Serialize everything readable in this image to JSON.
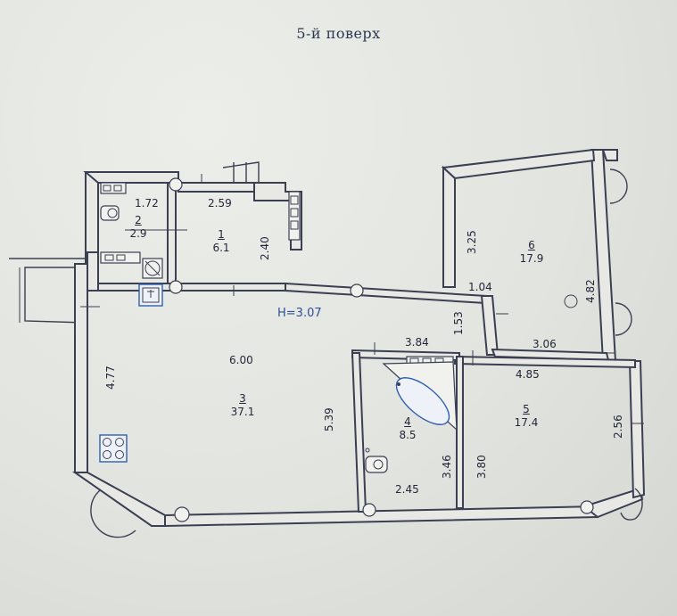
{
  "floor_title": "5-й поверх",
  "ceiling_height": "H=3.07",
  "rooms": [
    {
      "number": "1",
      "area": "6.1"
    },
    {
      "number": "2",
      "area": "2.9"
    },
    {
      "number": "3",
      "area": "37.1"
    },
    {
      "number": "4",
      "area": "8.5"
    },
    {
      "number": "5",
      "area": "17.4"
    },
    {
      "number": "6",
      "area": "17.9"
    }
  ],
  "dimensions": {
    "d_1_72": "1.72",
    "d_2_59": "2.59",
    "d_2_40": "2.40",
    "d_3_25": "3.25",
    "d_4_82": "4.82",
    "d_1_04": "1.04",
    "d_1_53": "1.53",
    "d_3_84": "3.84",
    "d_3_06": "3.06",
    "d_4_85": "4.85",
    "d_6_00": "6.00",
    "d_4_77": "4.77",
    "d_5_39": "5.39",
    "d_3_46": "3.46",
    "d_3_80": "3.80",
    "d_2_45": "2.45",
    "d_2_56": "2.56"
  }
}
